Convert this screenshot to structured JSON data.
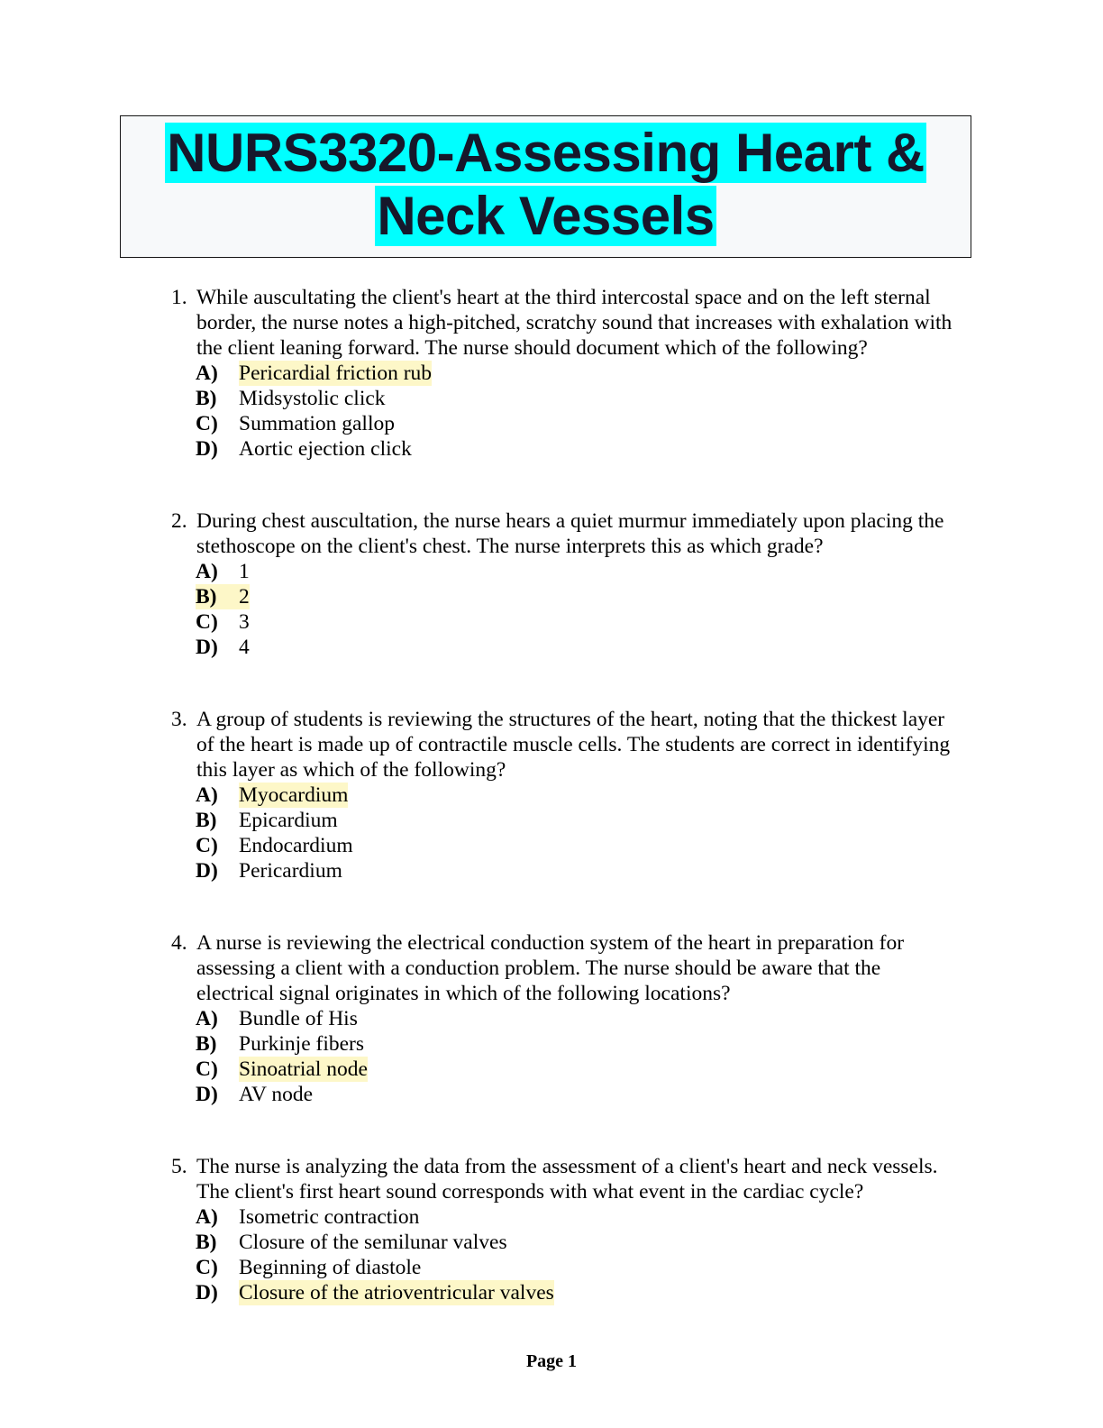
{
  "document": {
    "title_lines": [
      "NURS3320-Assessing Heart &",
      "Neck Vessels"
    ],
    "title_highlight_color": "#00ffff",
    "answer_highlight_color": "#fdf7c8",
    "footer": "Page 1"
  },
  "questions": [
    {
      "number": "1.",
      "stem": "While auscultating the client's heart at the third intercostal space and on the left sternal border, the nurse notes a high-pitched, scratchy sound that increases with exhalation with the client leaning forward. The nurse should document which of the following?",
      "options": [
        {
          "letter": "A)",
          "text": "Pericardial friction rub",
          "highlighted": true,
          "letter_highlighted": false
        },
        {
          "letter": "B)",
          "text": "Midsystolic click",
          "highlighted": false,
          "letter_highlighted": false
        },
        {
          "letter": "C)",
          "text": "Summation gallop",
          "highlighted": false,
          "letter_highlighted": false
        },
        {
          "letter": "D)",
          "text": "Aortic ejection click",
          "highlighted": false,
          "letter_highlighted": false
        }
      ]
    },
    {
      "number": "2.",
      "stem": "During chest auscultation, the nurse hears a quiet murmur immediately upon placing the stethoscope on the client's chest. The nurse interprets this as which grade?",
      "options": [
        {
          "letter": "A)",
          "text": "1",
          "highlighted": false,
          "letter_highlighted": false
        },
        {
          "letter": "B)",
          "text": "2",
          "highlighted": true,
          "letter_highlighted": true
        },
        {
          "letter": "C)",
          "text": "3",
          "highlighted": false,
          "letter_highlighted": false
        },
        {
          "letter": "D)",
          "text": "4",
          "highlighted": false,
          "letter_highlighted": false
        }
      ]
    },
    {
      "number": "3.",
      "stem": "A group of students is reviewing the structures of the heart, noting that the thickest layer of the heart is made up of contractile muscle cells. The students are correct in identifying this layer as which of the following?",
      "options": [
        {
          "letter": "A)",
          "text": "Myocardium",
          "highlighted": true,
          "letter_highlighted": false
        },
        {
          "letter": "B)",
          "text": "Epicardium",
          "highlighted": false,
          "letter_highlighted": false
        },
        {
          "letter": "C)",
          "text": "Endocardium",
          "highlighted": false,
          "letter_highlighted": false
        },
        {
          "letter": "D)",
          "text": "Pericardium",
          "highlighted": false,
          "letter_highlighted": false
        }
      ]
    },
    {
      "number": "4.",
      "stem": "A nurse is reviewing the electrical conduction system of the heart in preparation for assessing a client with a conduction problem. The nurse should be aware that the electrical signal originates in which of the following locations?",
      "options": [
        {
          "letter": "A)",
          "text": "Bundle of His",
          "highlighted": false,
          "letter_highlighted": false
        },
        {
          "letter": "B)",
          "text": "Purkinje fibers",
          "highlighted": false,
          "letter_highlighted": false
        },
        {
          "letter": "C)",
          "text": "Sinoatrial node",
          "highlighted": true,
          "letter_highlighted": false
        },
        {
          "letter": "D)",
          "text": "AV node",
          "highlighted": false,
          "letter_highlighted": false
        }
      ]
    },
    {
      "number": "5.",
      "stem": "The nurse is analyzing the data from the assessment of a client's heart and neck vessels. The client's first heart sound corresponds with what event in the cardiac cycle?",
      "options": [
        {
          "letter": "A)",
          "text": "Isometric contraction",
          "highlighted": false,
          "letter_highlighted": false
        },
        {
          "letter": "B)",
          "text": "Closure of the semilunar valves",
          "highlighted": false,
          "letter_highlighted": false
        },
        {
          "letter": "C)",
          "text": "Beginning of diastole",
          "highlighted": false,
          "letter_highlighted": false
        },
        {
          "letter": "D)",
          "text": "Closure of the atrioventricular valves",
          "highlighted": true,
          "letter_highlighted": false
        }
      ]
    }
  ]
}
